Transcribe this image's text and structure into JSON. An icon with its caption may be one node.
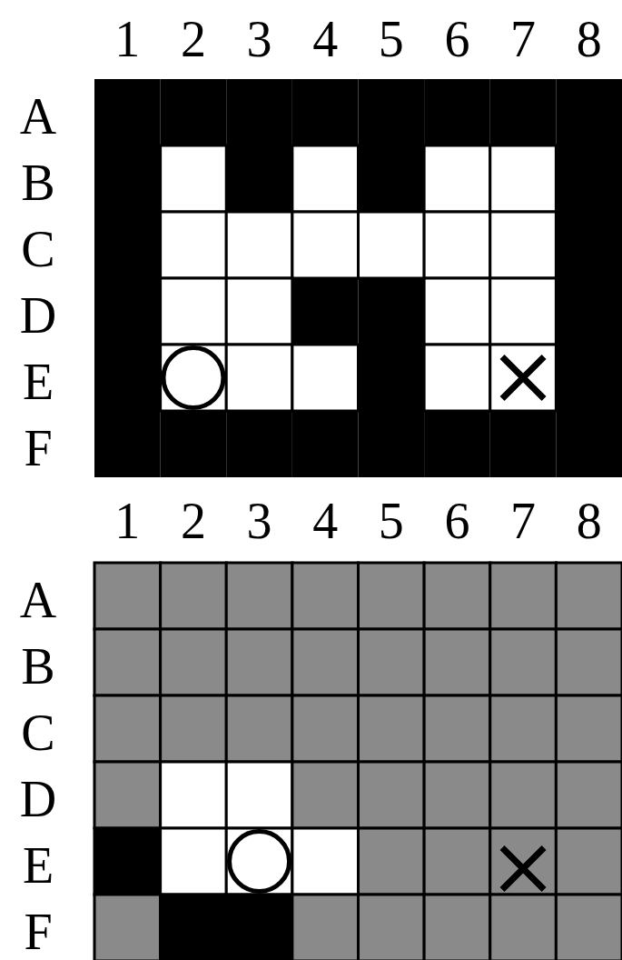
{
  "diagram": {
    "labels": [
      "1",
      "2",
      "3",
      "4",
      "5",
      "6",
      "7",
      "8",
      "A",
      "B",
      "C",
      "D",
      "E",
      "F",
      "1",
      "2",
      "3",
      "4",
      "5",
      "6",
      "7",
      "8",
      "A",
      "B",
      "C",
      "D",
      "E",
      "F"
    ]
  }
}
